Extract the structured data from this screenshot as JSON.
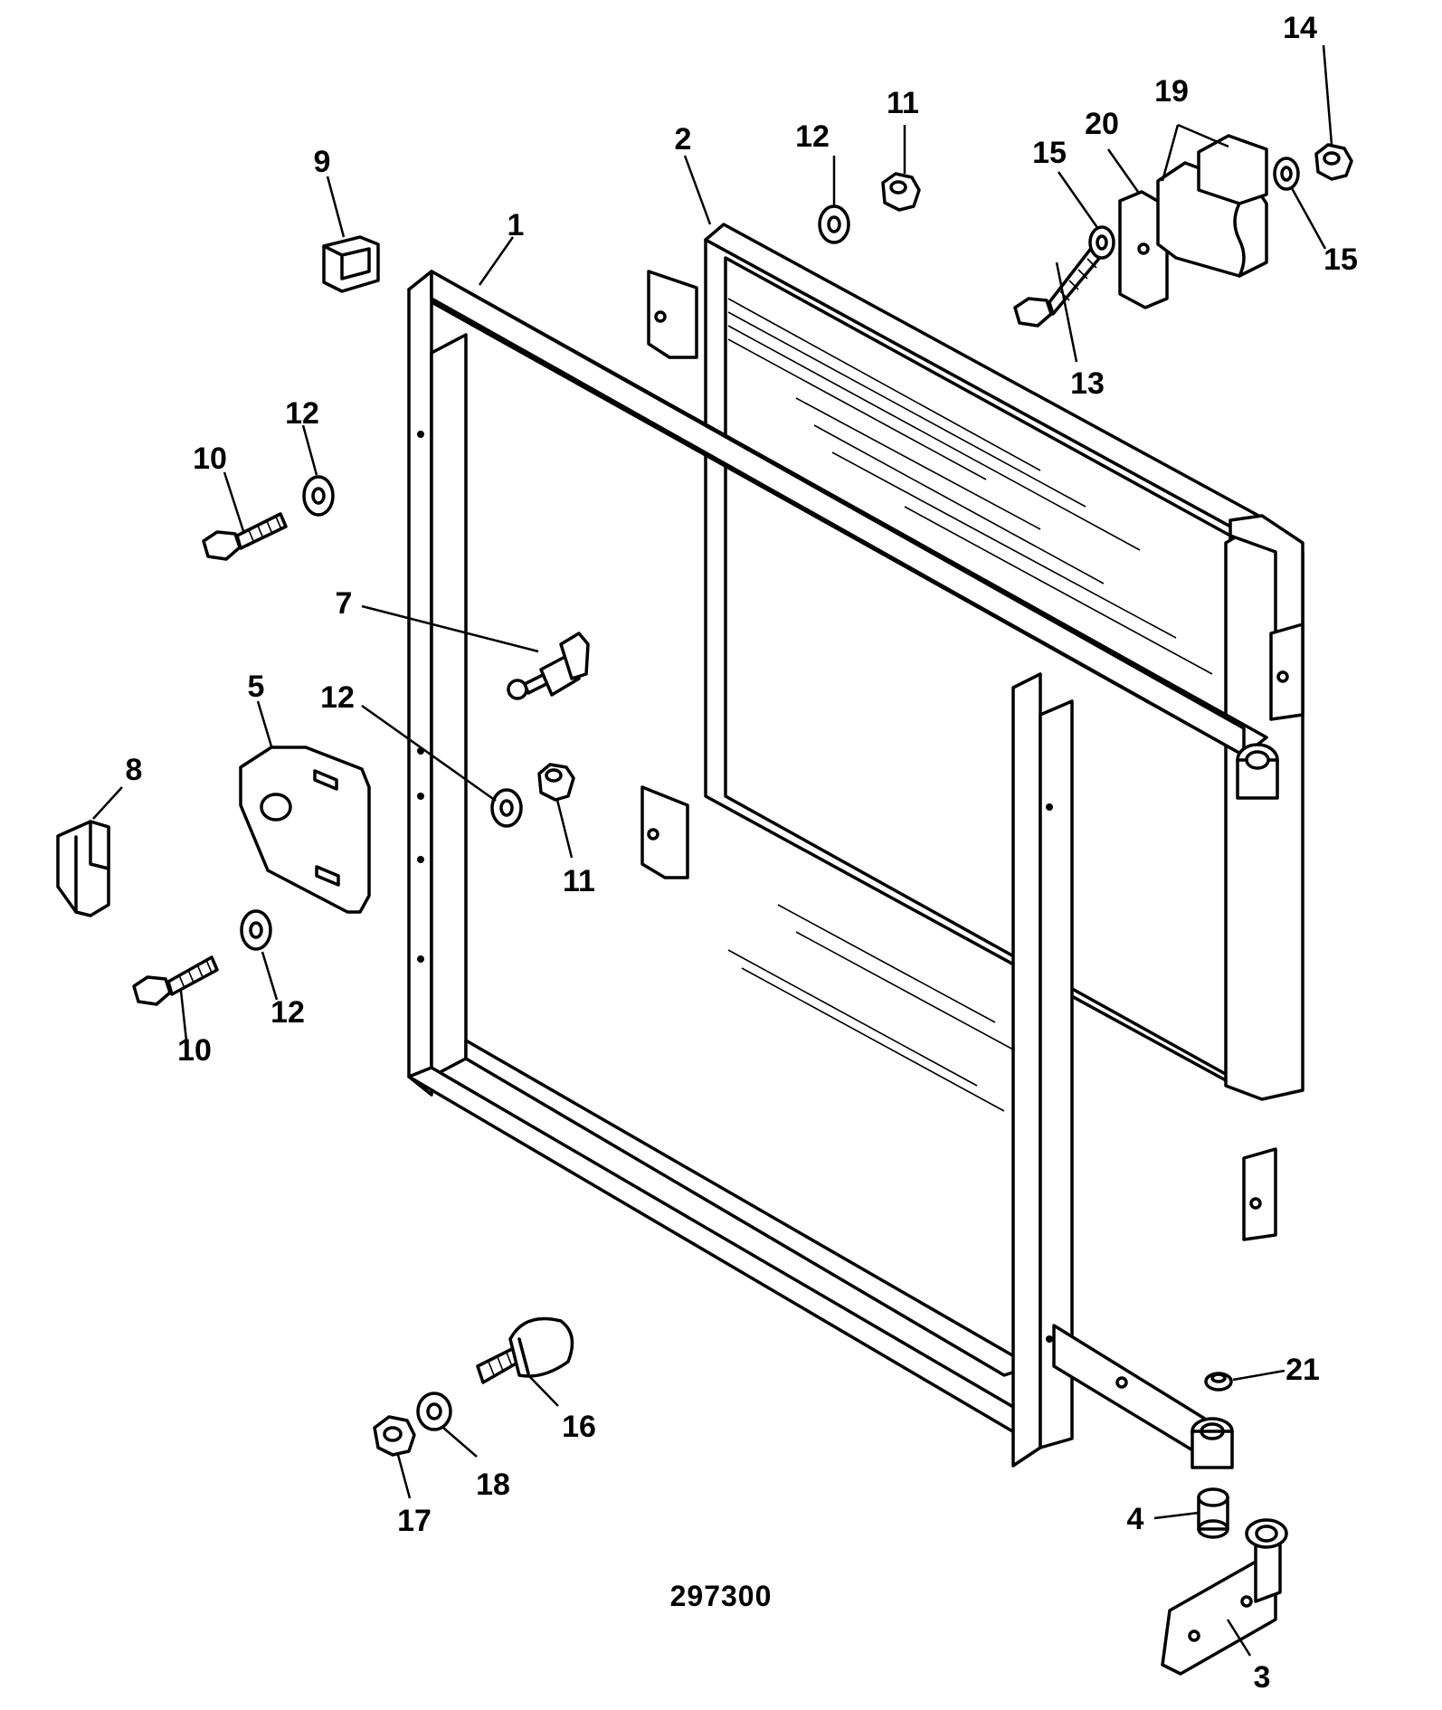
{
  "figure_number": "297300",
  "callouts": {
    "c1": "1",
    "c2": "2",
    "c3": "3",
    "c4": "4",
    "c5": "5",
    "c7": "7",
    "c8": "8",
    "c9": "9",
    "c10a": "10",
    "c10b": "10",
    "c11a": "11",
    "c11b": "11",
    "c12a": "12",
    "c12b": "12",
    "c12c": "12",
    "c12d": "12",
    "c13": "13",
    "c14": "14",
    "c15a": "15",
    "c15b": "15",
    "c16": "16",
    "c17": "17",
    "c18": "18",
    "c19": "19",
    "c20": "20",
    "c21": "21"
  },
  "parts": {
    "p1": "frame-icon",
    "p2": "radiator-icon",
    "p3": "hinge-bracket-icon",
    "p4": "bush-icon",
    "p5": "plate-icon",
    "p7": "catch-icon",
    "p8": "clip-icon",
    "p9": "retainer-icon",
    "p10": "bolt-icon",
    "p11": "nut-icon",
    "p12": "washer-icon",
    "p13": "bolt-icon",
    "p14": "nut-icon",
    "p15": "washer-icon",
    "p16": "buffer-icon",
    "p17": "nut-icon",
    "p18": "washer-icon",
    "p19": "clamp-block-icon",
    "p20": "spacer-plate-icon",
    "p21": "cap-icon"
  }
}
